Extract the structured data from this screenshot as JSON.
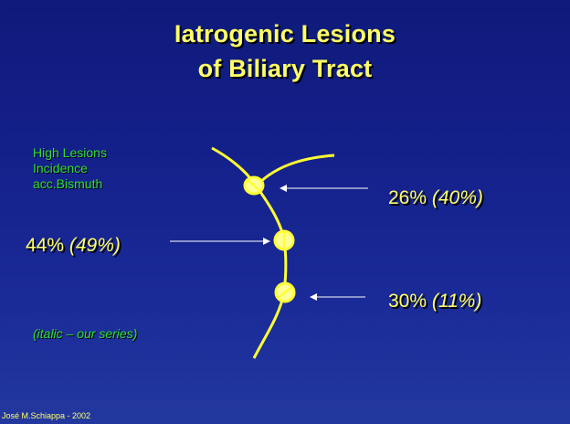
{
  "title": {
    "line1": "Iatrogenic Lesions",
    "line2": "of Biliary Tract"
  },
  "legend": {
    "line1": "High Lesions",
    "line2": "Incidence",
    "line3": "acc.Bismuth"
  },
  "lesions": [
    {
      "main": "26%",
      "series": "(40%)"
    },
    {
      "main": "44%",
      "series": "(49%)"
    },
    {
      "main": "30%",
      "series": "(11%)"
    }
  ],
  "note": "(italic – our series)",
  "footer": "José M.Schiappa - 2002",
  "colors": {
    "title": "#ffff66",
    "legend": "#33dd33",
    "duct": "#ffff33",
    "marker_fill": "#ffff99",
    "arrow": "#ffffff"
  }
}
